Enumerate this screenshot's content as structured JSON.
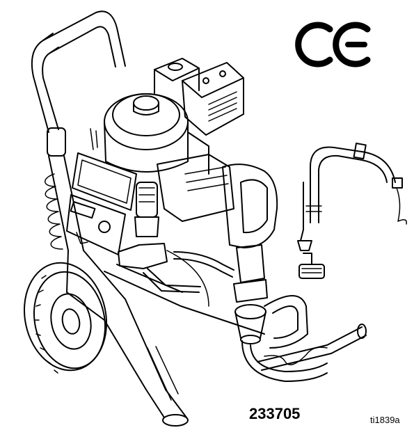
{
  "figure": {
    "part_number": "233705",
    "figure_id": "ti1839a",
    "mark": "CE"
  },
  "colors": {
    "line": "#000000",
    "background": "#ffffff"
  }
}
